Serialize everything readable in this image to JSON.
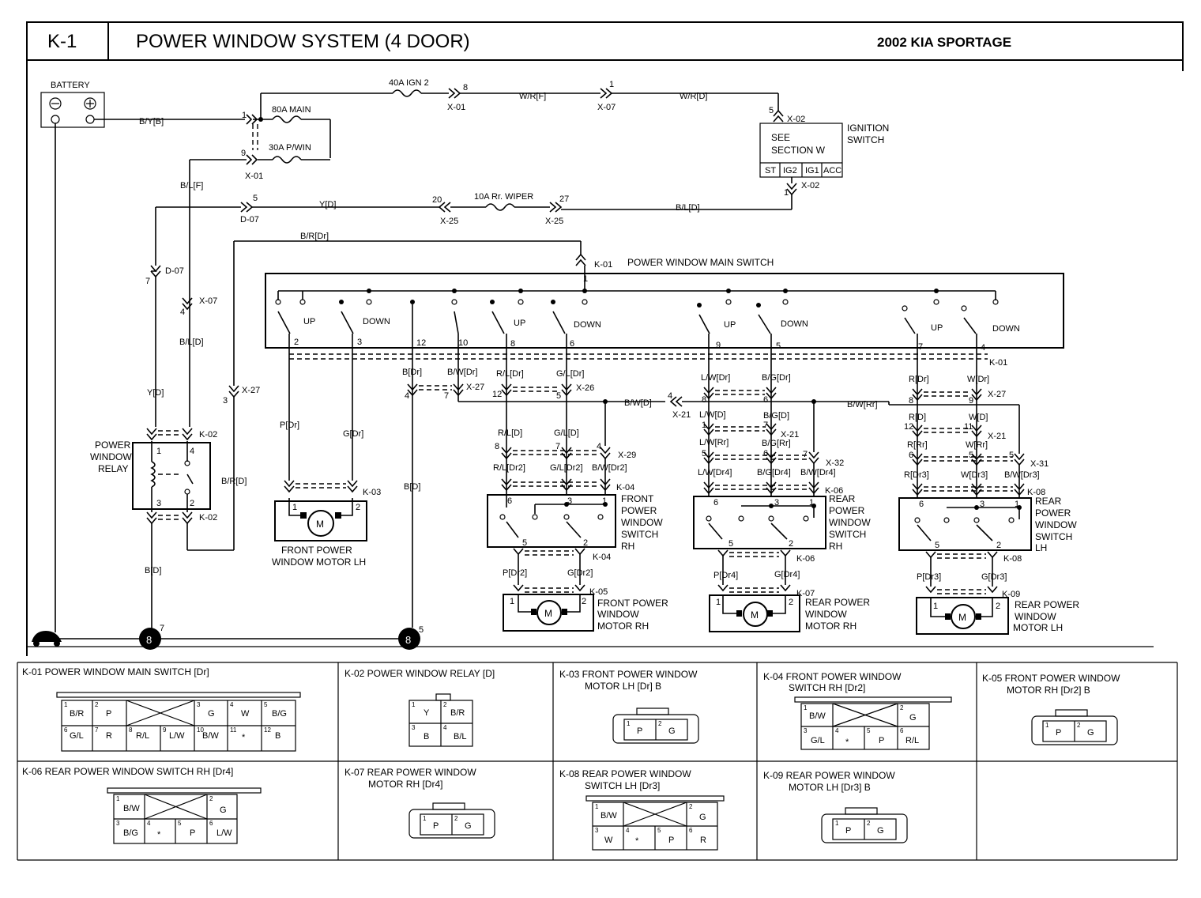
{
  "header": {
    "code": "K-1",
    "title": "POWER WINDOW SYSTEM (4 DOOR)",
    "vehicle": "2002 KIA SPORTAGE"
  },
  "components": {
    "battery": "BATTERY",
    "ignition_switch": [
      "IGNITION",
      "SWITCH"
    ],
    "ignition_see": [
      "SEE",
      "SECTION W"
    ],
    "ignition_terms": [
      "ST",
      "IG2",
      "IG1",
      "ACC"
    ],
    "main_switch": "POWER WINDOW MAIN SWITCH",
    "relay": [
      "POWER",
      "WINDOW",
      "RELAY"
    ],
    "front_lh_motor": [
      "FRONT POWER",
      "WINDOW MOTOR LH"
    ],
    "front_rh_switch": [
      "FRONT",
      "POWER",
      "WINDOW",
      "SWITCH",
      "RH"
    ],
    "rear_rh_switch": [
      "REAR",
      "POWER",
      "WINDOW",
      "SWITCH",
      "RH"
    ],
    "rear_lh_switch": [
      "REAR",
      "POWER",
      "WINDOW",
      "SWITCH",
      "LH"
    ],
    "front_rh_motor": [
      "FRONT POWER",
      "WINDOW",
      "MOTOR RH"
    ],
    "rear_rh_motor": [
      "REAR POWER",
      "WINDOW",
      "MOTOR RH"
    ],
    "rear_lh_motor": [
      "REAR POWER",
      "WINDOW",
      "MOTOR LH"
    ],
    "motor_symbol": "M",
    "ground_symbol": "8",
    "up": "UP",
    "down": "DOWN"
  },
  "fuses": {
    "ign2": "40A IGN 2",
    "main": "80A MAIN",
    "pwin": "30A P/WIN",
    "wiper": "10A Rr. WIPER"
  },
  "wires": {
    "byb": "B/Y[B]",
    "wrf": "W/R[F]",
    "wrd": "W/R[D]",
    "blf": "B/L[F]",
    "yd": "Y[D]",
    "bld": "B/L[D]",
    "brdr": "B/R[Dr]",
    "brd": "B/R[D]",
    "bd": "B[D]",
    "pdr": "P[Dr]",
    "gdr": "G[Dr]",
    "bdr": "B[Dr]",
    "bwdr": "B/W[Dr]",
    "rldr": "R/L[Dr]",
    "gldr": "G/L[Dr]",
    "bwd": "B/W[D]",
    "rld": "R/L[D]",
    "gld": "G/L[D]",
    "rldr2": "R/L[Dr2]",
    "gldr2": "G/L[Dr2]",
    "bwdr2": "B/W[Dr2]",
    "pdr2": "P[Dr2]",
    "gdr2": "G[Dr2]",
    "lwdr": "L/W[Dr]",
    "bgdr": "B/G[Dr]",
    "lwd": "L/W[D]",
    "bgd": "B/G[D]",
    "lwrr": "L/W[Rr]",
    "bgrr": "B/G[Rr]",
    "lwdr4": "L/W[Dr4]",
    "bgdr4": "B/G[Dr4]",
    "bwdr4": "B/W[Dr4]",
    "pdr4": "P[Dr4]",
    "gdr4": "G[Dr4]",
    "bwrr": "B/W[Rr]",
    "rdr": "R[Dr]",
    "wdr": "W[Dr]",
    "rd": "R[D]",
    "wd": "W[D]",
    "rrr": "R[Rr]",
    "wrr": "W[Rr]",
    "rdr3": "R[Dr3]",
    "wdr3": "W[Dr3]",
    "bwdr3": "B/W[Dr3]",
    "pdr3": "P[Dr3]",
    "gdr3": "G[Dr3]"
  },
  "connector_ids": {
    "x01": "X-01",
    "x07": "X-07",
    "x02": "X-02",
    "d07": "D-07",
    "x25": "X-25",
    "k01": "K-01",
    "x27": "X-27",
    "x26": "X-26",
    "x21": "X-21",
    "x29": "X-29",
    "x32": "X-32",
    "x31": "X-31",
    "k02": "K-02",
    "k03": "K-03",
    "k04": "K-04",
    "k05": "K-05",
    "k06": "K-06",
    "k07": "K-07",
    "k08": "K-08",
    "k09": "K-09"
  },
  "pins": {
    "p1": "1",
    "p2": "2",
    "p3": "3",
    "p4": "4",
    "p5": "5",
    "p6": "6",
    "p7": "7",
    "p8": "8",
    "p9": "9",
    "p10": "10",
    "p11": "11",
    "p12": "12",
    "p20": "20",
    "p27": "27"
  },
  "connectors": [
    {
      "title": "K-01 POWER WINDOW MAIN SWITCH [Dr]",
      "row1": [
        [
          "1",
          "B/R"
        ],
        [
          "2",
          "P"
        ],
        [
          "",
          ""
        ],
        [
          "3",
          "G"
        ],
        [
          "4",
          "W"
        ],
        [
          "5",
          "B/G"
        ]
      ],
      "row2": [
        [
          "6",
          "G/L"
        ],
        [
          "7",
          "R"
        ],
        [
          "8",
          "R/L"
        ],
        [
          "9",
          "L/W"
        ],
        [
          "10",
          "B/W"
        ],
        [
          "11",
          "*"
        ],
        [
          "12",
          "B"
        ]
      ]
    },
    {
      "title": "K-02 POWER WINDOW RELAY [D]",
      "cells": [
        [
          "1",
          "Y"
        ],
        [
          "2",
          "B/R"
        ],
        [
          "3",
          "B"
        ],
        [
          "4",
          "B/L"
        ]
      ]
    },
    {
      "title": "K-03 FRONT POWER WINDOW",
      "title2": "MOTOR LH [Dr] B",
      "cells": [
        [
          "1",
          "P"
        ],
        [
          "2",
          "G"
        ]
      ]
    },
    {
      "title": "K-04 FRONT POWER WINDOW",
      "title2": "SWITCH RH [Dr2]",
      "cells": [
        [
          "1",
          "B/W"
        ],
        [
          "2",
          "G"
        ],
        [
          "3",
          "G/L"
        ],
        [
          "4",
          "*"
        ],
        [
          "5",
          "P"
        ],
        [
          "6",
          "R/L"
        ]
      ]
    },
    {
      "title": "K-05 FRONT POWER WINDOW",
      "title2": "MOTOR RH [Dr2] B",
      "cells": [
        [
          "1",
          "P"
        ],
        [
          "2",
          "G"
        ]
      ]
    },
    {
      "title": "K-06 REAR POWER WINDOW SWITCH RH [Dr4]",
      "cells": [
        [
          "1",
          "B/W"
        ],
        [
          "2",
          "G"
        ],
        [
          "3",
          "B/G"
        ],
        [
          "4",
          "*"
        ],
        [
          "5",
          "P"
        ],
        [
          "6",
          "L/W"
        ]
      ]
    },
    {
      "title": "K-07 REAR POWER WINDOW",
      "title2": "MOTOR RH [Dr4]",
      "cells": [
        [
          "1",
          "P"
        ],
        [
          "2",
          "G"
        ]
      ]
    },
    {
      "title": "K-08 REAR POWER WINDOW",
      "title2": "SWITCH LH [Dr3]",
      "cells": [
        [
          "1",
          "B/W"
        ],
        [
          "2",
          "G"
        ],
        [
          "3",
          "W"
        ],
        [
          "4",
          "*"
        ],
        [
          "5",
          "P"
        ],
        [
          "6",
          "R"
        ]
      ]
    },
    {
      "title": "K-09 REAR POWER WINDOW",
      "title2": "MOTOR LH [Dr3] B",
      "cells": [
        [
          "1",
          "P"
        ],
        [
          "2",
          "G"
        ]
      ]
    }
  ]
}
